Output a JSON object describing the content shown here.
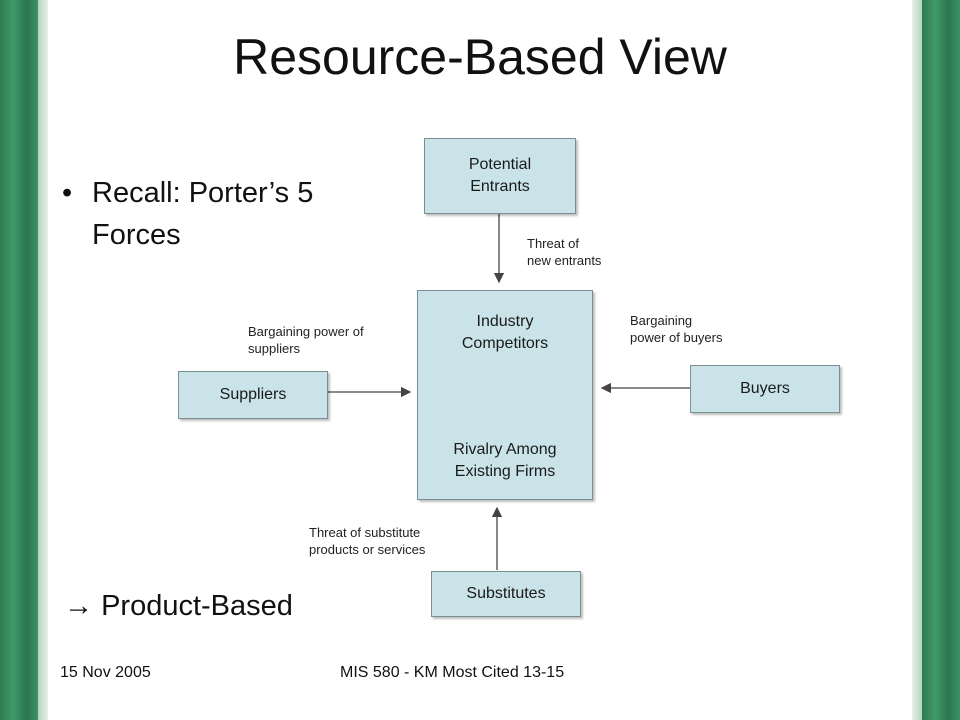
{
  "slide": {
    "title": "Resource-Based View",
    "bullet": "Recall: Porter’s 5 Forces",
    "bullet_marker": "•",
    "product_arrow": "→",
    "product": "Product-Based"
  },
  "diagram": {
    "potential_entrants": [
      "Potential",
      "Entrants"
    ],
    "industry_competitors": [
      "Industry",
      "Competitors"
    ],
    "rivalry": [
      "Rivalry Among",
      "Existing Firms"
    ],
    "suppliers": "Suppliers",
    "buyers": "Buyers",
    "substitutes": "Substitutes",
    "threat_new_entrants": [
      "Threat of",
      "new entrants"
    ],
    "bargaining_suppliers": [
      "Bargaining power of",
      "suppliers"
    ],
    "bargaining_buyers": [
      "Bargaining",
      "power of buyers"
    ],
    "threat_substitutes": [
      "Threat of substitute",
      "products or services"
    ]
  },
  "footer": {
    "date": "15 Nov 2005",
    "course": "MIS 580 - KM Most Cited 13-15"
  }
}
